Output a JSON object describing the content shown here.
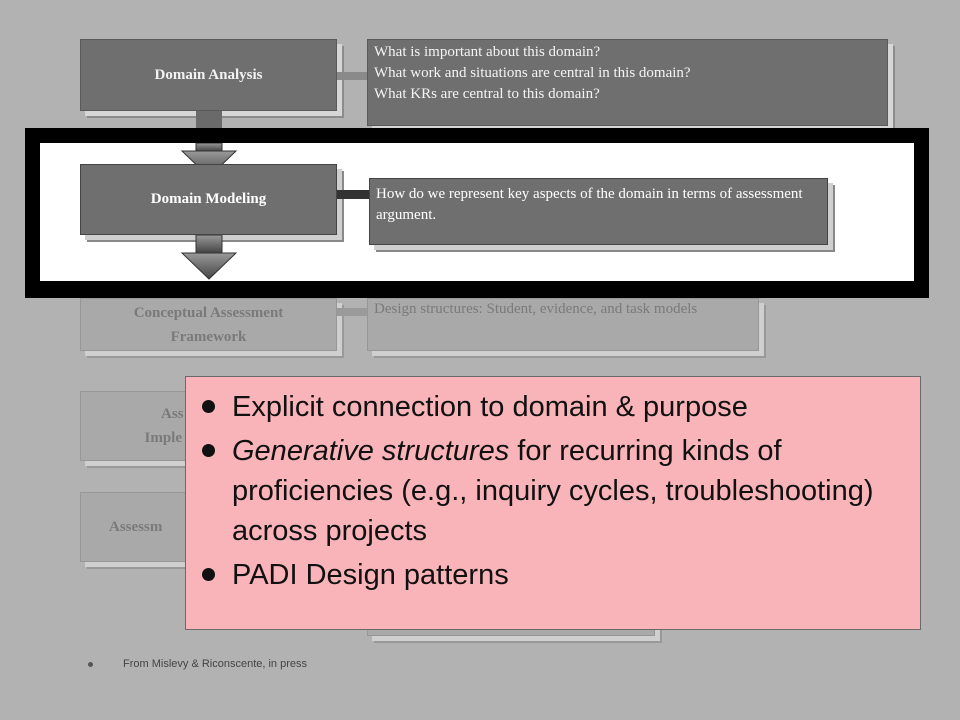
{
  "stages": {
    "domain_analysis": {
      "label": "Domain Analysis",
      "questions": [
        "What is important about this domain?",
        "What work and situations are central in this domain?",
        "What KRs are central to this domain?"
      ]
    },
    "domain_modeling": {
      "label": "Domain Modeling",
      "question": "How do we represent key aspects of the  domain in terms of assessment  argument."
    },
    "caf": {
      "label_line1": "Conceptual Assessment",
      "label_line2": "Framework",
      "question": "Design structures: Student, evidence, and task models"
    },
    "implementation": {
      "label_partial_1": "Ass",
      "label_partial_2": "Imple"
    },
    "delivery": {
      "label_partial": "Assessm"
    }
  },
  "callout": {
    "bullets": [
      {
        "text": "Explicit connection to domain & purpose"
      },
      {
        "em": "Generative structures",
        "text": " for recurring kinds of proficiencies (e.g., inquiry cycles, troubleshooting) across projects"
      },
      {
        "text": "PADI Design patterns"
      }
    ]
  },
  "footnote": "From Mislevy & Riconscente, in press",
  "colors": {
    "callout_bg": "#f9b4b9",
    "highlight_frame": "#000000",
    "stage_box": "#6f6f6f",
    "slide_bg": "#b2b2b2"
  }
}
